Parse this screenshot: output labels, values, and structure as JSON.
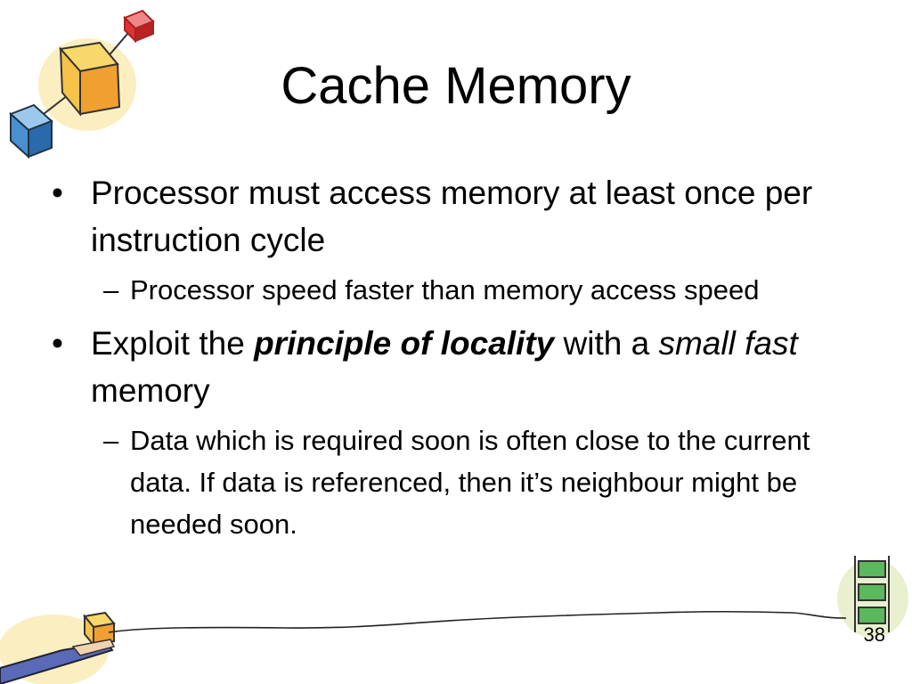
{
  "slide": {
    "title": "Cache Memory",
    "page_number": "38",
    "bullets": [
      {
        "text": "Processor must access memory at least once per instruction cycle",
        "sub": "Processor speed faster than memory access speed"
      },
      {
        "pre": "Exploit the ",
        "emph_bold_italic": "principle of locality",
        "mid": " with a ",
        "emph_italic": "small fast",
        "post": " memory",
        "sub": "Data which is required soon is often close to the current data. If data is referenced, then it’s neighbour might be needed soon."
      }
    ],
    "bullet_glyph": "•",
    "dash_glyph": "–"
  }
}
